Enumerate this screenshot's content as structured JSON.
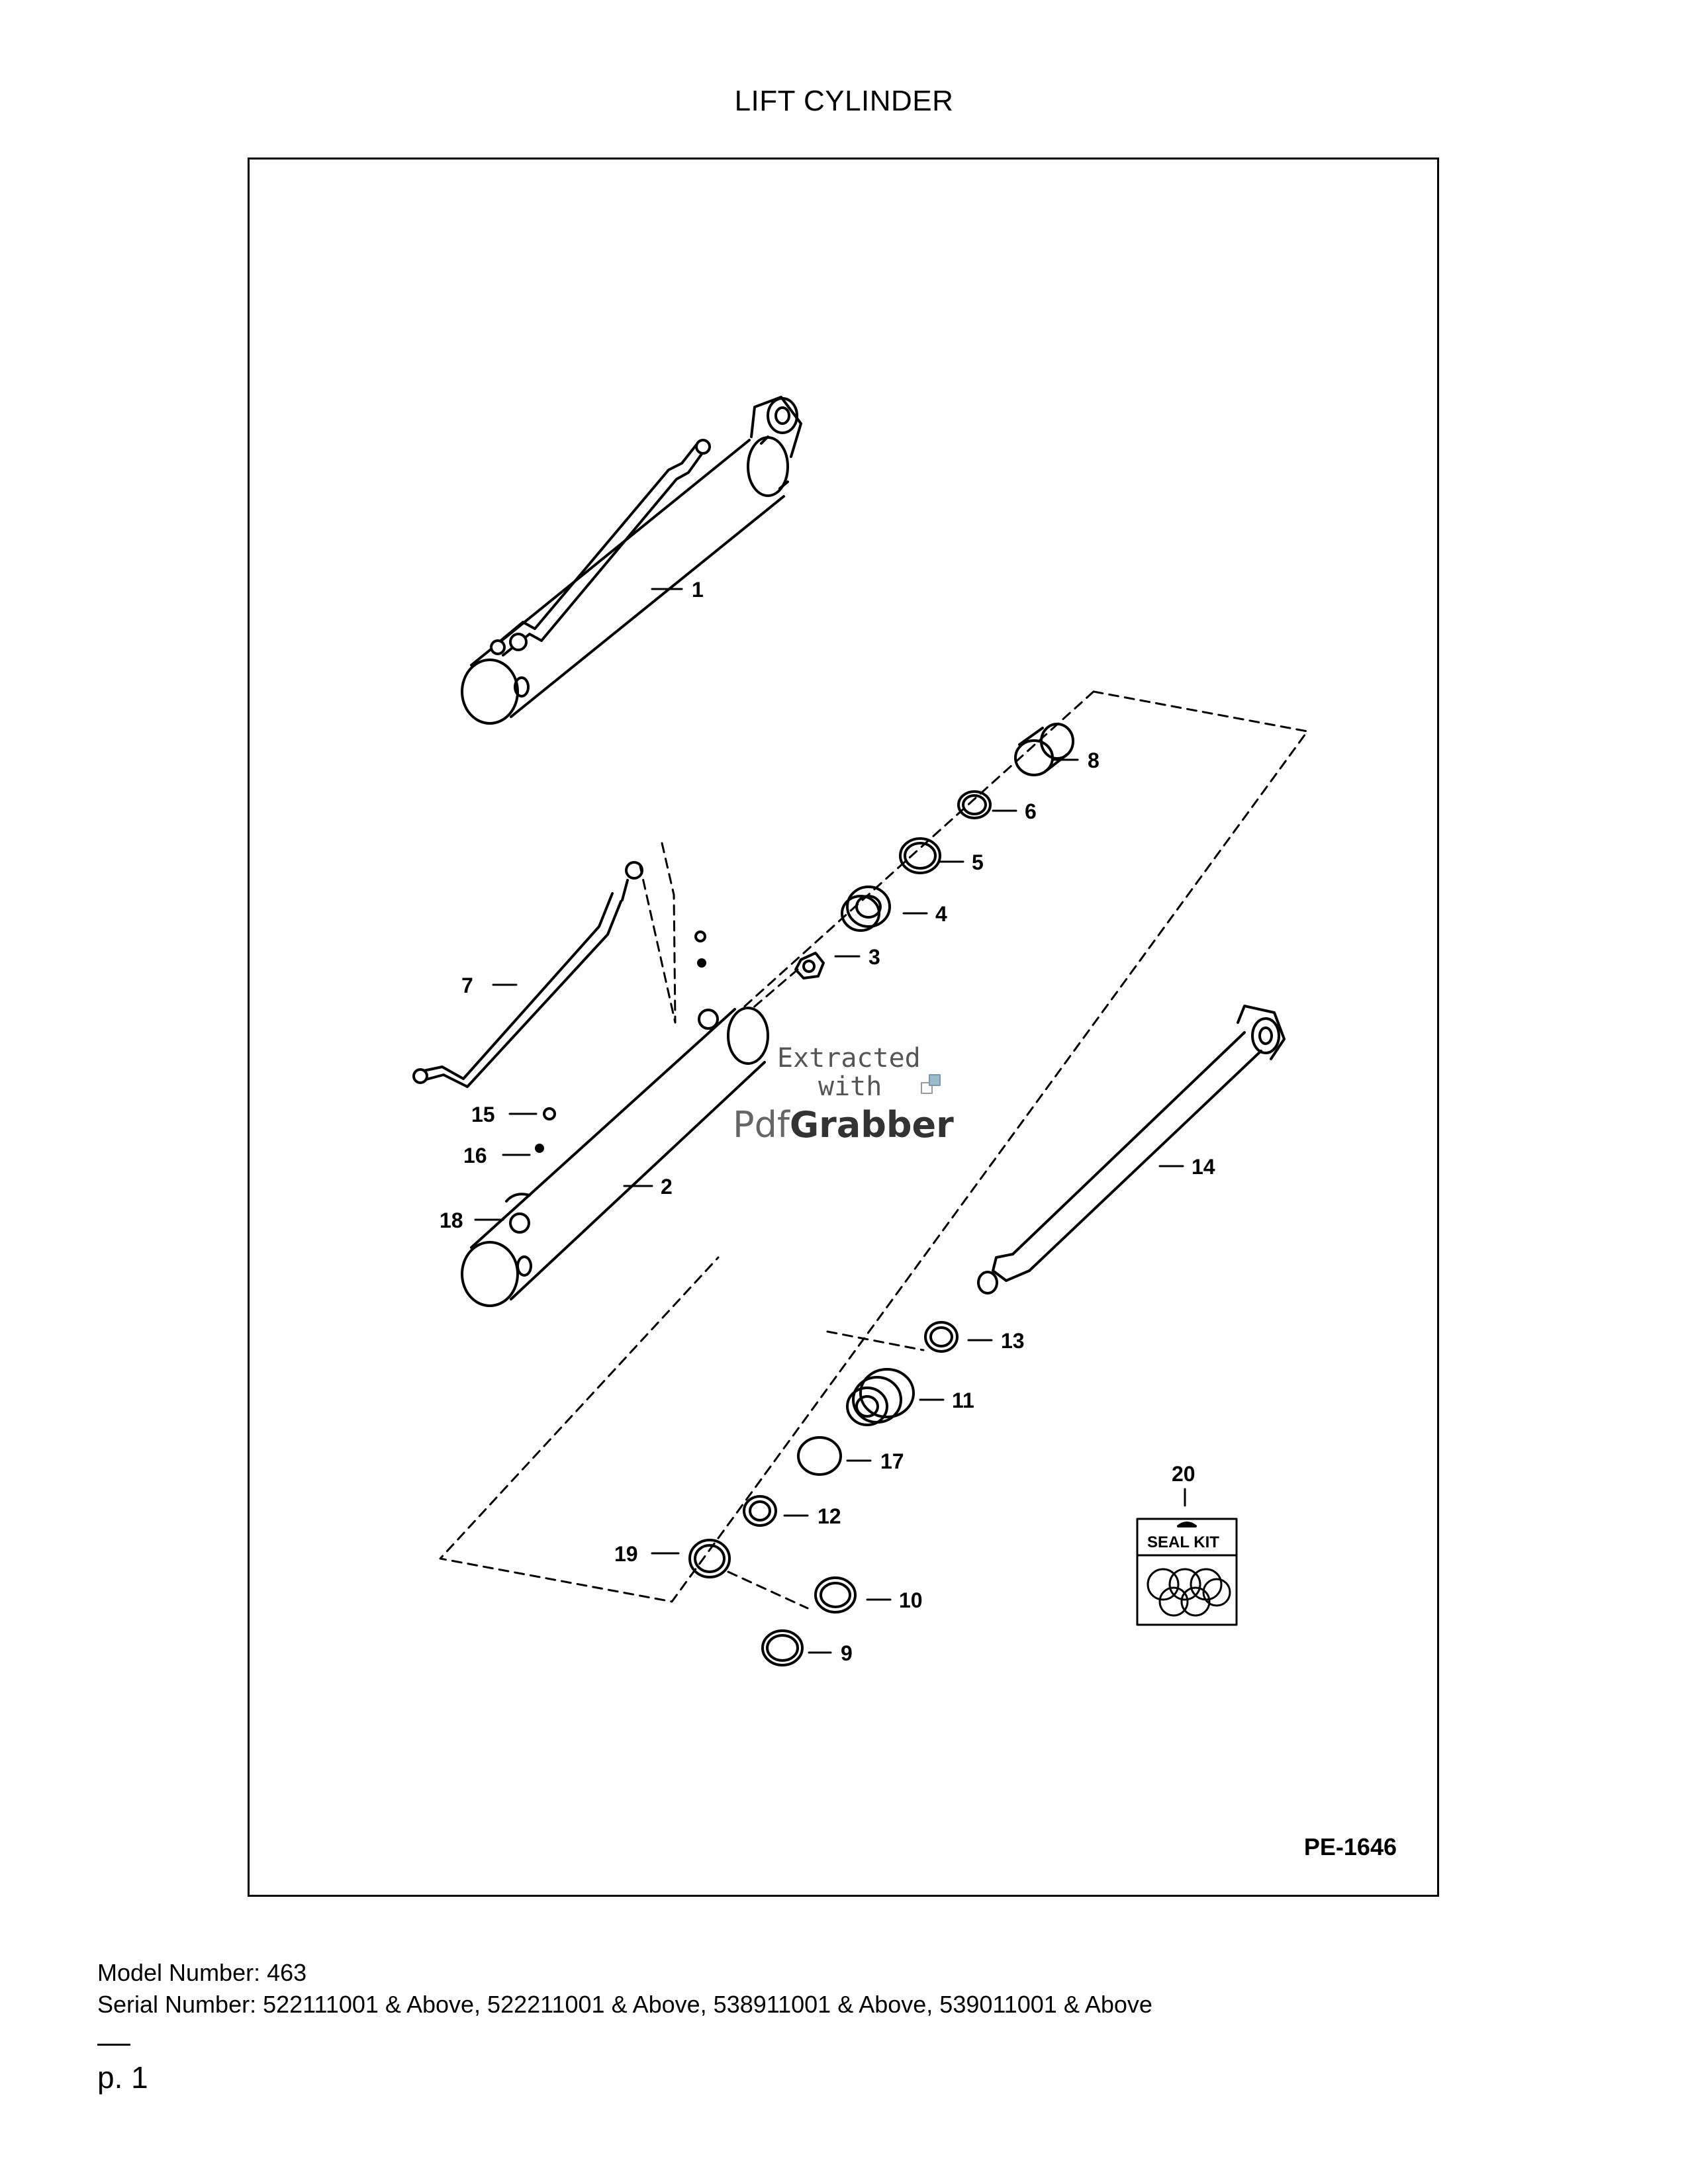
{
  "title": "LIFT CYLINDER",
  "drawing_id": "PE-1646",
  "callouts": [
    "1",
    "2",
    "3",
    "4",
    "5",
    "6",
    "7",
    "8",
    "9",
    "10",
    "11",
    "12",
    "13",
    "14",
    "15",
    "16",
    "17",
    "18",
    "19",
    "20"
  ],
  "seal_kit_label": "SEAL KIT",
  "watermark": {
    "line1": "Extracted",
    "line2": "with",
    "brand_prefix": "Pdf",
    "brand_suffix": "Grabber"
  },
  "model_number": "Model Number: 463",
  "serial_number": "Serial Number: 522111001 & Above, 522211001 & Above, 538911001 & Above, 539011001 & Above",
  "page_number": "p. 1"
}
